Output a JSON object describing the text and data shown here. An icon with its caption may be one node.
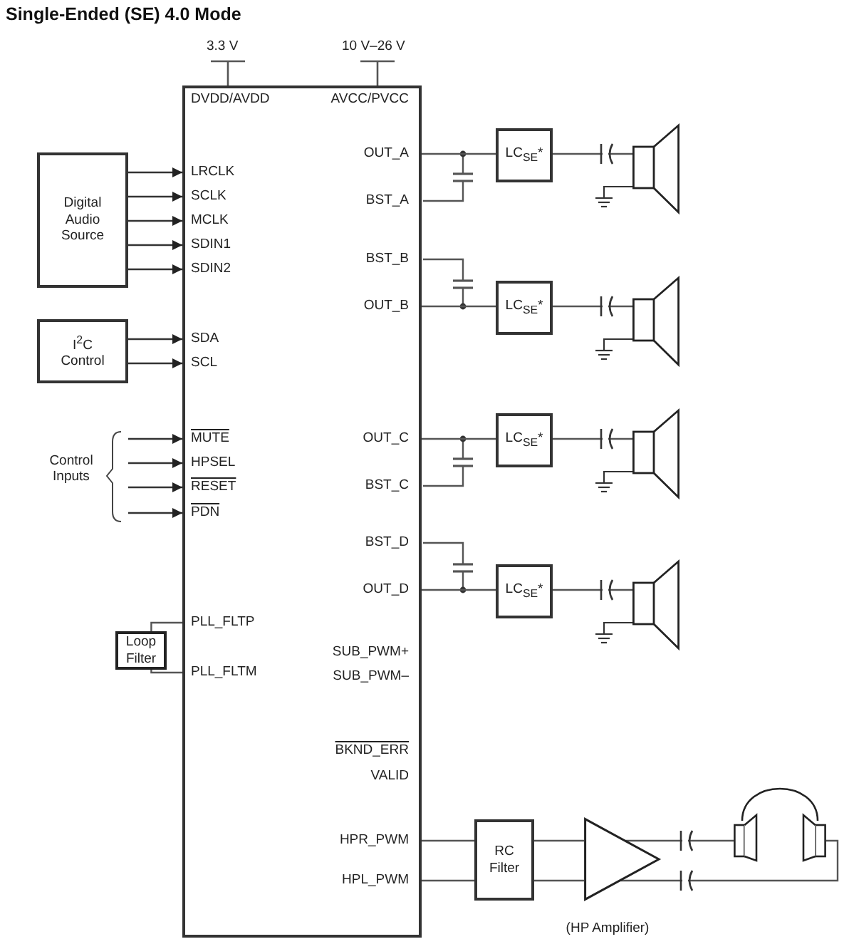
{
  "diagram": {
    "title": "Single-Ended (SE) 4.0 Mode",
    "nodes": [
      {
        "text": [
          "DVDD/AVDD",
          "AVCC/PVCC",
          "LRCLK",
          "SCLK",
          "MCLK",
          "SDIN1",
          "SDIN2",
          "SDA",
          "SCL",
          "MUTE",
          "HPSEL",
          "RESET",
          "PDN",
          "PLL_FLTP",
          "PLL_FLTM",
          "OUT_A",
          "BST_A",
          "BST_B",
          "OUT_B",
          "OUT_C",
          "BST_C",
          "BST_D",
          "OUT_D",
          "SUB_PWM+",
          "SUB_PWM–",
          "BKND_ERR",
          "VALID",
          "HPR_PWM",
          "HPL_PWM"
        ]
      },
      {
        "text": [
          "Digital Audio Source"
        ]
      },
      {
        "text": [
          "I$^{2}$C Control"
        ]
      },
      {
        "text": [
          "Loop Filter"
        ]
      },
      {
        "text": [
          "LC$_{SE}$*"
        ]
      },
      {
        "text": [
          "LC$_{SE}$*"
        ]
      },
      {
        "text": [
          "LC$_{SE}$*"
        ]
      },
      {
        "text": [
          "LC$_{SE}$*"
        ]
      },
      {
        "text": [],
        "shape": "speaker"
      },
      {
        "text": [],
        "shape": "speaker"
      },
      {
        "text": [],
        "shape": "speaker"
      },
      {
        "text": [],
        "shape": "speaker"
      },
      {
        "text": [
          "RC Filter"
        ]
      },
      {
        "text": [],
        "shape": "triangle",
        "beside": [
          "(HP Amplifier)"
        ]
      },
      {
        "text": [],
        "shape": "headphones"
      }
    ],
    "edges": [
      {
        "from": 1,
        "to": 0,
        "arrow": "to"
      },
      {
        "from": 1,
        "to": 0,
        "arrow": "to"
      },
      {
        "from": 1,
        "to": 0,
        "arrow": "to"
      },
      {
        "from": 1,
        "to": 0,
        "arrow": "to"
      },
      {
        "from": 1,
        "to": 0,
        "arrow": "to"
      },
      {
        "from": 2,
        "to": 0,
        "arrow": "to"
      },
      {
        "from": 2,
        "to": 0,
        "arrow": "to"
      },
      {
        "from": null,
        "to": 0,
        "arrow": "to"
      },
      {
        "from": null,
        "to": 0,
        "arrow": "to"
      },
      {
        "from": null,
        "to": 0,
        "arrow": "to"
      },
      {
        "from": null,
        "to": 0,
        "arrow": "to"
      },
      {
        "from": 3,
        "to": 0,
        "arrow": "none"
      },
      {
        "from": 3,
        "to": 0,
        "arrow": "none"
      },
      {
        "from": 0,
        "to": 4,
        "arrow": "none"
      },
      {
        "from": 0,
        "to": 5,
        "arrow": "none"
      },
      {
        "from": 0,
        "to": 6,
        "arrow": "none"
      },
      {
        "from": 0,
        "to": 7,
        "arrow": "none"
      },
      {
        "from": 4,
        "to": 8,
        "arrow": "none"
      },
      {
        "from": 5,
        "to": 9,
        "arrow": "none"
      },
      {
        "from": 6,
        "to": 10,
        "arrow": "none"
      },
      {
        "from": 7,
        "to": 11,
        "arrow": "none"
      },
      {
        "from": 0,
        "to": 12,
        "arrow": "none"
      },
      {
        "from": 0,
        "to": 12,
        "arrow": "none"
      },
      {
        "from": 12,
        "to": 13,
        "arrow": "none"
      },
      {
        "from": 12,
        "to": 13,
        "arrow": "none"
      },
      {
        "from": 13,
        "to": 14,
        "arrow": "none"
      },
      {
        "from": 13,
        "to": 14,
        "arrow": "none"
      }
    ],
    "labels": [
      "3.3 V",
      "10 V–26 V",
      "Control Inputs"
    ]
  }
}
